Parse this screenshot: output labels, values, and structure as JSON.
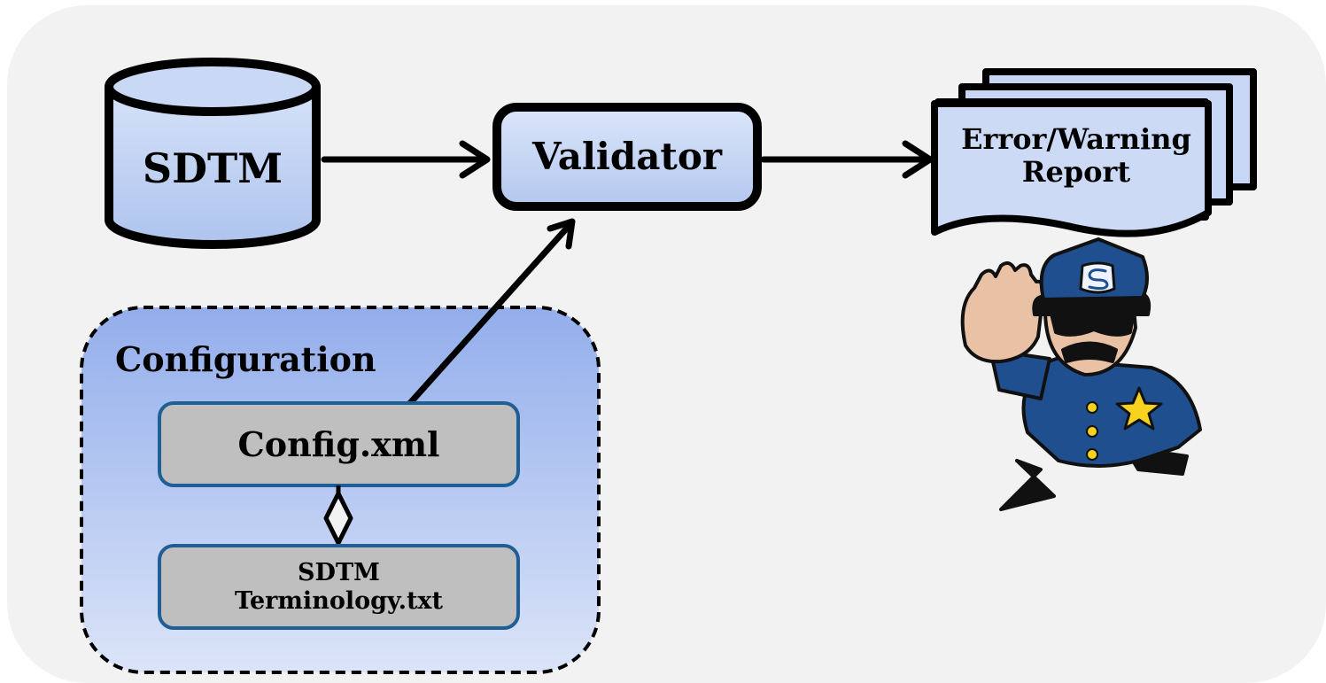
{
  "nodes": {
    "sdtm": "SDTM",
    "validator": "Validator",
    "report": "Error/Warning Report",
    "configuration": "Configuration",
    "config_xml": "Config.xml",
    "terminology": "SDTM Terminology.txt"
  },
  "colors": {
    "panel": "#f2f2f2",
    "node_fill": "#c7d6f4",
    "node_stroke": "#000000",
    "config_group_top": "#93aeec",
    "config_group_bottom": "#d9e3f8",
    "file_fill": "#bfbfbf",
    "file_stroke": "#1f5f96",
    "police_uniform": "#1f4f8f",
    "police_star": "#f7d21e",
    "skin": "#e9c1a5"
  },
  "icons": [
    "police-officer-stop-icon",
    "database-cylinder-icon",
    "document-stack-icon"
  ]
}
